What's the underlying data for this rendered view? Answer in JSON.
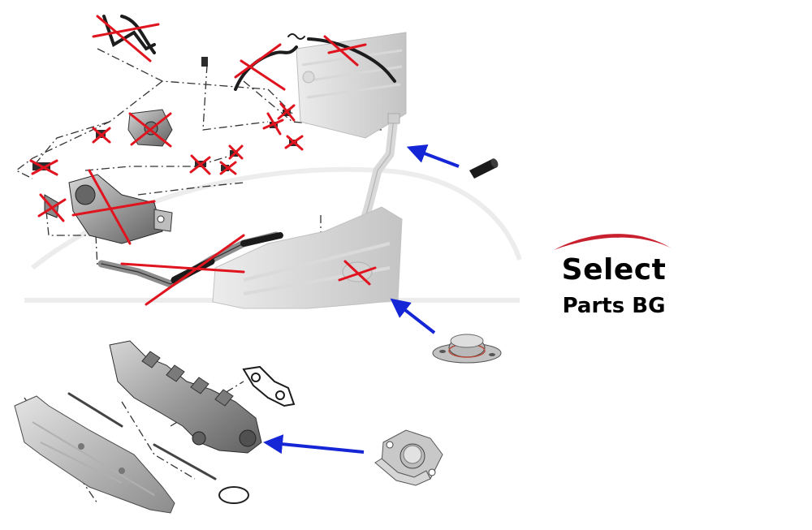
{
  "logo": {
    "line1": "Select",
    "line2": "Parts BG",
    "swoosh_color": "#c8202f"
  },
  "colors": {
    "removed_mark": "#e0141e",
    "pointer_arrow": "#1426d6",
    "metal": "#9a9a9a",
    "metal_dark": "#5c5c5c",
    "linework": "#2a2a2a"
  },
  "callouts": [
    {
      "icon": "hose-plug-icon",
      "points_to": "egr-pipe-outlet"
    },
    {
      "icon": "blanking-plate-round-icon",
      "points_to": "intake-manifold-port"
    },
    {
      "icon": "blanking-plate-flange-icon",
      "points_to": "exhaust-manifold-port"
    }
  ]
}
